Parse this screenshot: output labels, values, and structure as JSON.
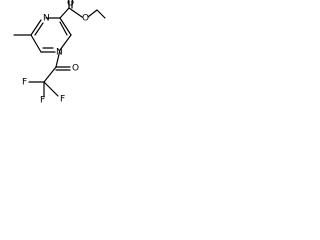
{
  "molecule": {
    "atoms": {
      "n_top": "N",
      "n_bottom": "N",
      "o_ester_carbonyl": "O",
      "o_ester_ether": "O",
      "o_ketone": "O",
      "f_left": "F",
      "f_bottom": "F",
      "f_right": "F"
    },
    "bond_color": "#000000",
    "background_color": "#ffffff"
  }
}
